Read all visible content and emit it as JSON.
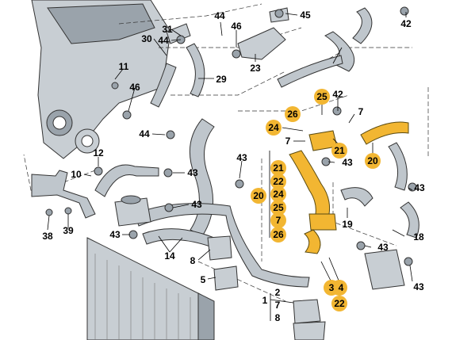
{
  "colors": {
    "highlight": "#f2b632",
    "part_grey": "#c8ced3",
    "outline": "#333333"
  },
  "callouts": {
    "c31": "31",
    "c30": "30",
    "c44a": "44",
    "c44b": "44",
    "c46a": "46",
    "c45": "45",
    "c42a": "42",
    "c23": "23",
    "c29": "29",
    "c11": "11",
    "c46b": "46",
    "c44c": "44",
    "c12": "12",
    "c10": "10",
    "c43a": "43",
    "c43b": "43",
    "c43c": "43",
    "c14": "14",
    "c8a": "8",
    "c5": "5",
    "c38": "38",
    "c39": "39",
    "c25": "25",
    "c42b": "42",
    "c26": "26",
    "c7a": "7",
    "c24": "24",
    "c7b": "7",
    "c21a": "21",
    "c43d": "43",
    "c20a": "20",
    "c43e": "43",
    "c21b": "21",
    "c22a": "22",
    "c20b": "20",
    "c24b": "24",
    "c25b": "25",
    "c7c": "7",
    "c26b": "26",
    "c19": "19",
    "c43f": "43",
    "c18": "18",
    "c43g": "43",
    "c43h": "43",
    "c3": "3",
    "c4": "4",
    "c22b": "22",
    "c1": "1",
    "c2": "2",
    "c7d": "7",
    "c8b": "8"
  }
}
